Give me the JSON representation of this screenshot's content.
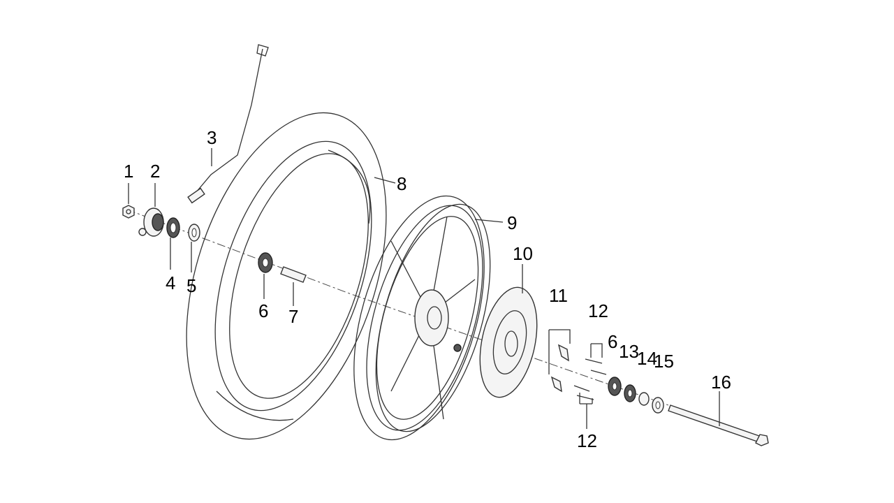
{
  "labels": {
    "l1": "1",
    "l2": "2",
    "l3": "3",
    "l4": "4",
    "l5": "5",
    "l6a": "6",
    "l7": "7",
    "l8": "8",
    "l9": "9",
    "l10": "10",
    "l11": "11",
    "l12a": "12",
    "l6b": "6",
    "l13": "13",
    "l14": "14",
    "l15": "15",
    "l12b": "12",
    "l16": "16"
  }
}
